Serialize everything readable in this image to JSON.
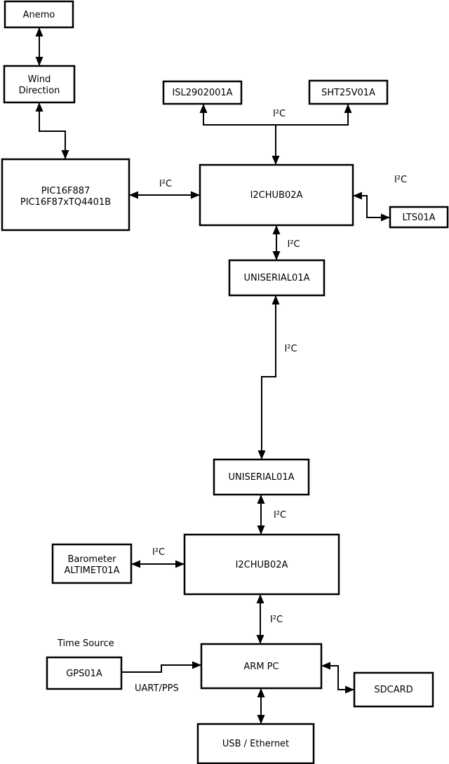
{
  "nodes": {
    "anemo": {
      "label": "Anemo"
    },
    "wind_direction": {
      "line1": "Wind",
      "line2": "Direction"
    },
    "pic": {
      "line1": "PIC16F887",
      "line2": "PIC16F87xTQ4401B"
    },
    "isl": {
      "label": "ISL2902001A"
    },
    "sht": {
      "label": "SHT25V01A"
    },
    "i2c_hub_top": {
      "label": "I2CHUB02A"
    },
    "lts": {
      "label": "LTS01A"
    },
    "uniserial_top": {
      "label": "UNISERIAL01A"
    },
    "uniserial_bottom": {
      "label": "UNISERIAL01A"
    },
    "i2c_hub_bottom": {
      "label": "I2CHUB02A"
    },
    "barometer": {
      "line1": "Barometer",
      "line2": "ALTIMET01A"
    },
    "gps": {
      "label": "GPS01A"
    },
    "arm_pc": {
      "label": "ARM PC"
    },
    "sdcard": {
      "label": "SDCARD"
    },
    "usb_ethernet": {
      "label": "USB / Ethernet"
    }
  },
  "bus_labels": {
    "i2c": "I²C",
    "uart_pps": "UART/PPS",
    "time_source": "Time Source"
  },
  "colors": {
    "background": "#ffffff",
    "line": "#000000",
    "box_fill": "#ffffff",
    "text": "#000000"
  }
}
